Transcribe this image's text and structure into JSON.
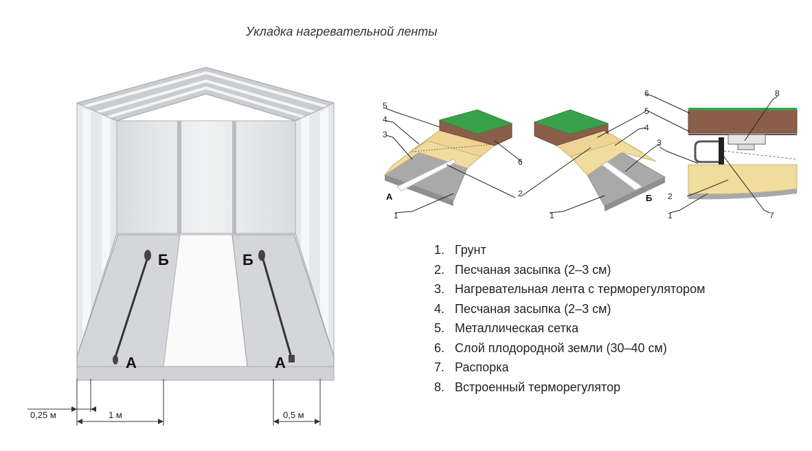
{
  "title": "Укладка нагревательной ленты",
  "greenhouse": {
    "labels": {
      "a": "А",
      "b": "Б"
    },
    "dimensions": {
      "side_offset": "0,25 м",
      "bed_width": "1 м",
      "path_width": "0,5 м"
    }
  },
  "cross_section": {
    "callouts": [
      "1",
      "2",
      "3",
      "4",
      "5",
      "6",
      "7",
      "8"
    ],
    "end_labels": {
      "a": "А",
      "b": "Б"
    }
  },
  "legend": [
    {
      "num": "1.",
      "text": "Грунт"
    },
    {
      "num": "2.",
      "text": "Песчаная засыпка (2–3 см)"
    },
    {
      "num": "3.",
      "text": "Нагревательная лента с терморегулятором"
    },
    {
      "num": "4.",
      "text": "Песчаная засыпка (2–3 см)"
    },
    {
      "num": "5.",
      "text": "Металлическая сетка"
    },
    {
      "num": "6.",
      "text": "Слой плодородной земли (30–40 см)"
    },
    {
      "num": "7.",
      "text": "Распорка"
    },
    {
      "num": "8.",
      "text": "Встроенный терморегулятор"
    }
  ],
  "colors": {
    "soil_gray": "#a9a9a9",
    "sand": "#f0dc9c",
    "fertile_soil": "#8b5e4a",
    "grass": "#3aa04a",
    "frame": "#cfd2d6"
  }
}
